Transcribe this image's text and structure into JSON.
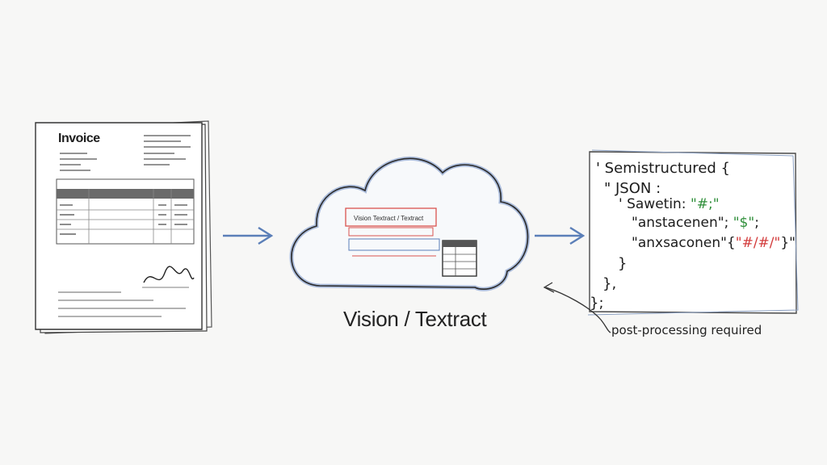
{
  "document": {
    "title": "Invoice"
  },
  "cloud": {
    "inner_text": "Vision Textract / Textract",
    "caption": "Vision / Textract"
  },
  "json_output": {
    "line1": "' Semistructured {",
    "line2": "\" JSON :",
    "line3_key": "' Sawetin: ",
    "line3_val": "\"#;\"",
    "line4_key": "\"anstacenen\"; ",
    "line4_val": "\"$\"",
    "line4_end": ";",
    "line5_key": "\"anxsaconen\"{",
    "line5_val": "\"#/#/\"",
    "line5_end": "}\"",
    "line6": "}",
    "line7": "},",
    "line8": "};"
  },
  "annotation": {
    "text": "post-processing required"
  },
  "colors": {
    "pencil": "#2a2a2a",
    "arrow_blue": "#5b7fb8",
    "cloud_blue": "#9fb4d8",
    "accent_red": "#d9534f",
    "accent_green": "#2f8f3a"
  }
}
